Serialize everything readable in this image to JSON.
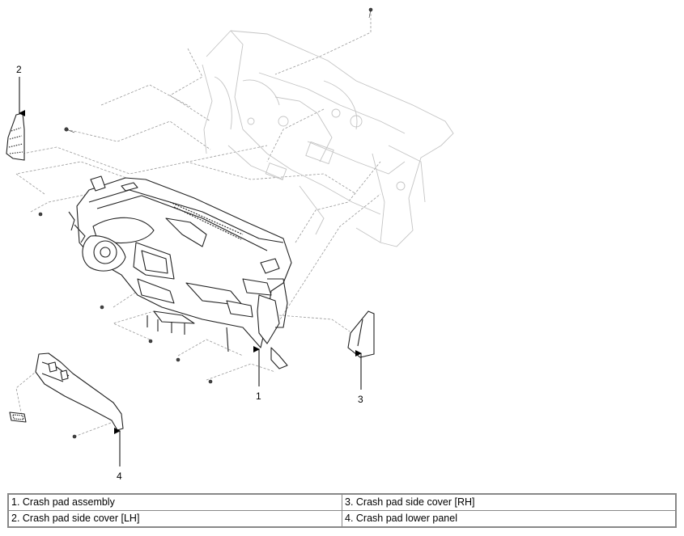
{
  "callouts": {
    "c1": "1",
    "c2": "2",
    "c3": "3",
    "c4": "4"
  },
  "legend": {
    "rows": [
      {
        "left": "1. Crash pad assembly",
        "right": "3. Crash pad side cover [RH]"
      },
      {
        "left": "2. Crash pad side cover [LH]",
        "right": "4. Crash pad lower panel"
      }
    ]
  }
}
